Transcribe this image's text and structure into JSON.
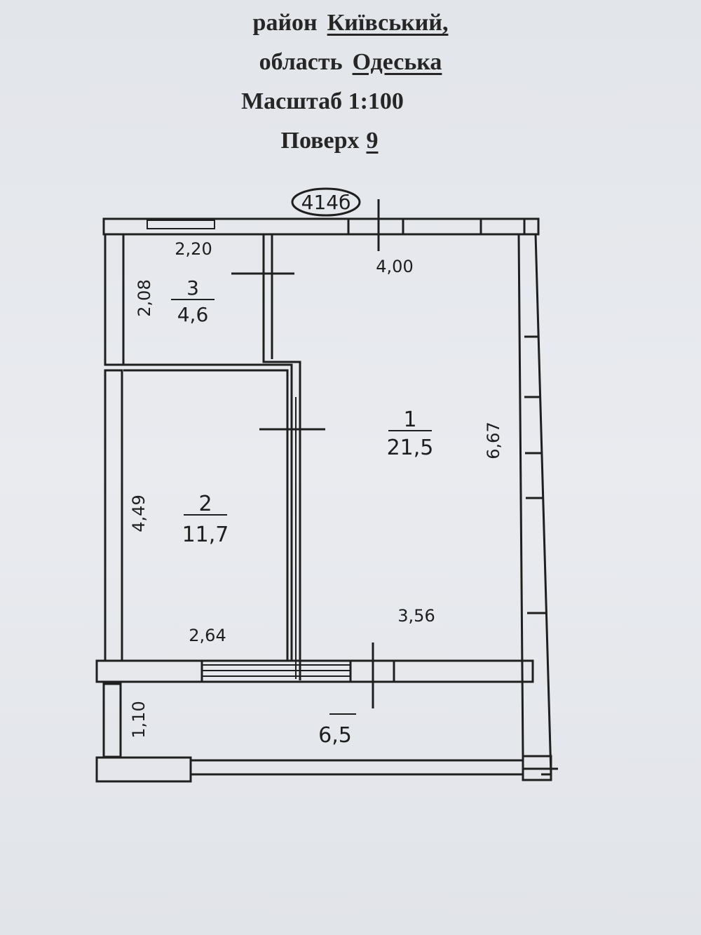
{
  "header": {
    "district_label": "район",
    "district_value": "Київський,",
    "region_label": "область",
    "region_value": "Одеська",
    "scale": "Масштаб 1:100",
    "floor_label": "Поверх",
    "floor_value": "9"
  },
  "plan": {
    "plan_id": "414б",
    "rooms": [
      {
        "number": "1",
        "area": "21,5"
      },
      {
        "number": "2",
        "area": "11,7"
      },
      {
        "number": "3",
        "area": "4,6"
      },
      {
        "number": "",
        "area": "6,5"
      }
    ],
    "dimensions": {
      "room3_width": "2,20",
      "room3_height": "2,08",
      "room1_top_width": "4,00",
      "room1_height": "6,67",
      "room1_bottom_width": "3,56",
      "room2_height": "4,49",
      "room2_width": "2,64",
      "balcony_height": "1,10"
    }
  }
}
